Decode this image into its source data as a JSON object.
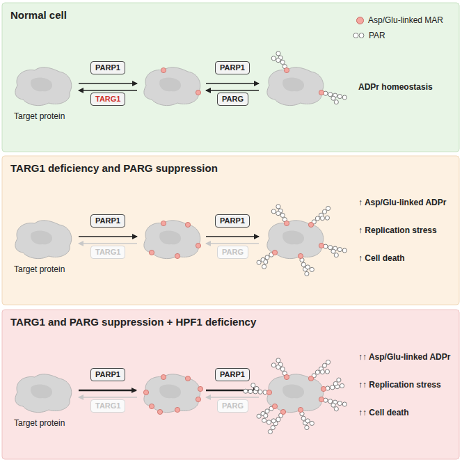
{
  "diagram": {
    "nodes": [
      {
        "text": [
          "Normal cell"
        ]
      },
      {
        "text": [
          "PARP1"
        ],
        "in": 0
      },
      {
        "text": [
          "TARG1"
        ],
        "in": 0
      },
      {
        "text": [
          "PARP1"
        ],
        "in": 0
      },
      {
        "text": [
          "PARG"
        ],
        "in": 0
      },
      {
        "text": [
          "TARG1 deficiency and PARG suppression"
        ]
      },
      {
        "text": [
          "PARP1"
        ],
        "in": 5
      },
      {
        "text": [
          "TARG1"
        ],
        "in": 5
      },
      {
        "text": [
          "PARP1"
        ],
        "in": 5
      },
      {
        "text": [
          "PARG"
        ],
        "in": 5
      },
      {
        "text": [
          "TARG1 and PARG suppression + HPF1 deficiency"
        ]
      },
      {
        "text": [
          "PARP1"
        ],
        "in": 10
      },
      {
        "text": [
          "TARG1"
        ],
        "in": 10
      },
      {
        "text": [
          "PARP1"
        ],
        "in": 10
      },
      {
        "text": [
          "PARG"
        ],
        "in": 10
      }
    ],
    "labels": [
      "Target protein",
      "ADPr homeostasis",
      "Target protein",
      "↑ Asp/Glu-linked ADPr",
      "↑ Replication stress",
      "↑ Cell death",
      "Target protein",
      "↑↑ Asp/Glu-linked ADPr",
      "↑↑ Replication stress",
      "↑↑ Cell death"
    ],
    "legend": [
      {
        "text": "Asp/Glu-linked MAR",
        "color": "#f4a7a0"
      },
      {
        "text": "PAR"
      }
    ]
  }
}
